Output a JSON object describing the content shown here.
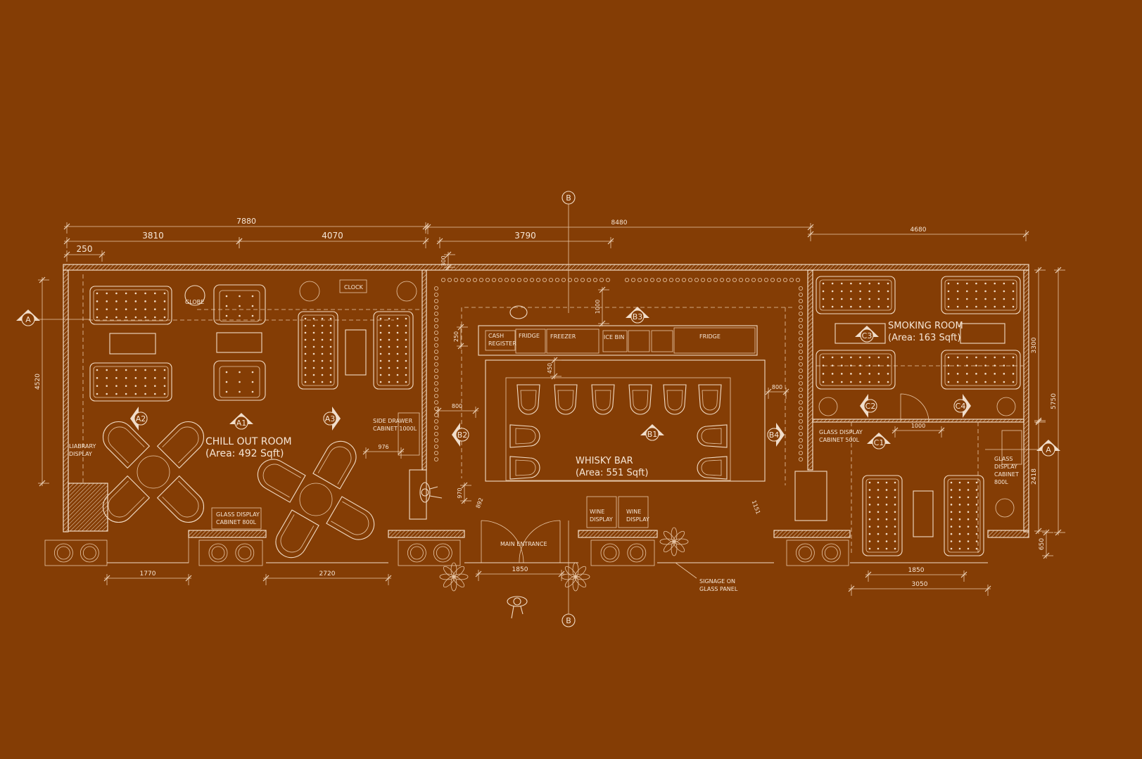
{
  "colors": {
    "background": "#843d05",
    "line": "#f2dcc6"
  },
  "rooms": {
    "chill_out": {
      "name": "CHILL OUT ROOM",
      "area": "(Area: 492 Sqft)"
    },
    "whisky_bar": {
      "name": "WHISKY BAR",
      "area": "(Area: 551 Sqft)"
    },
    "smoking": {
      "name": "SMOKING ROOM",
      "area": "(Area: 163 Sqft)"
    }
  },
  "labels": {
    "globe": "GLOBE",
    "clock": "CLOCK",
    "library_1": "LIABRARY",
    "library_2": "DISPLAY",
    "side_drawer_1": "SIDE DRAWER",
    "side_drawer_2": "CABINET 1000L",
    "glass800_1": "GLASS DISPLAY",
    "glass800_2": "CABINET 800L",
    "cash_1": "CASH",
    "cash_2": "REGISTER",
    "fridge_1": "FRIDGE",
    "freezer": "FREEZER",
    "ice_bin": "ICE BIN",
    "fridge_2": "FRIDGE",
    "wine1_1": "WINE",
    "wine1_2": "DISPLAY",
    "wine2_1": "WINE",
    "wine2_2": "DISPLAY",
    "main_entrance": "MAIN ENTRANCE",
    "signage_1": "SIGNAGE ON",
    "signage_2": "GLASS PANEL",
    "glass500_1": "GLASS DISPLAY",
    "glass500_2": "CABINET 500L",
    "glassR_1": "GLASS",
    "glassR_2": "DISPLAY",
    "glassR_3": "CABINET",
    "glassR_4": "800L"
  },
  "dimensions": {
    "d7880": "7880",
    "d3810": "3810",
    "d4070": "4070",
    "d250a": "250",
    "d8480": "8480",
    "d3790": "3790",
    "d4680": "4680",
    "d300": "300",
    "d1000a": "1000",
    "d250b": "250",
    "d450": "450",
    "d800a": "800",
    "d800b": "800",
    "d976": "976",
    "d970": "970",
    "d892": "892",
    "d1151": "1151",
    "d4520": "4520",
    "d3300": "3300",
    "d5750": "5750",
    "d2418": "2418",
    "d650": "650",
    "d1000b": "1000",
    "d1770": "1770",
    "d2720": "2720",
    "d1850a": "1850",
    "d1850b": "1850",
    "d3050": "3050"
  },
  "section_markers": {
    "a_left": "A",
    "a_right": "A",
    "b_top": "B",
    "b_bottom": "B",
    "a1": "A1",
    "a2": "A2",
    "a3": "A3",
    "b1": "B1",
    "b2": "B2",
    "b3": "B3",
    "b4": "B4",
    "c1": "C1",
    "c2": "C2",
    "c3": "C3",
    "c4": "C4"
  }
}
